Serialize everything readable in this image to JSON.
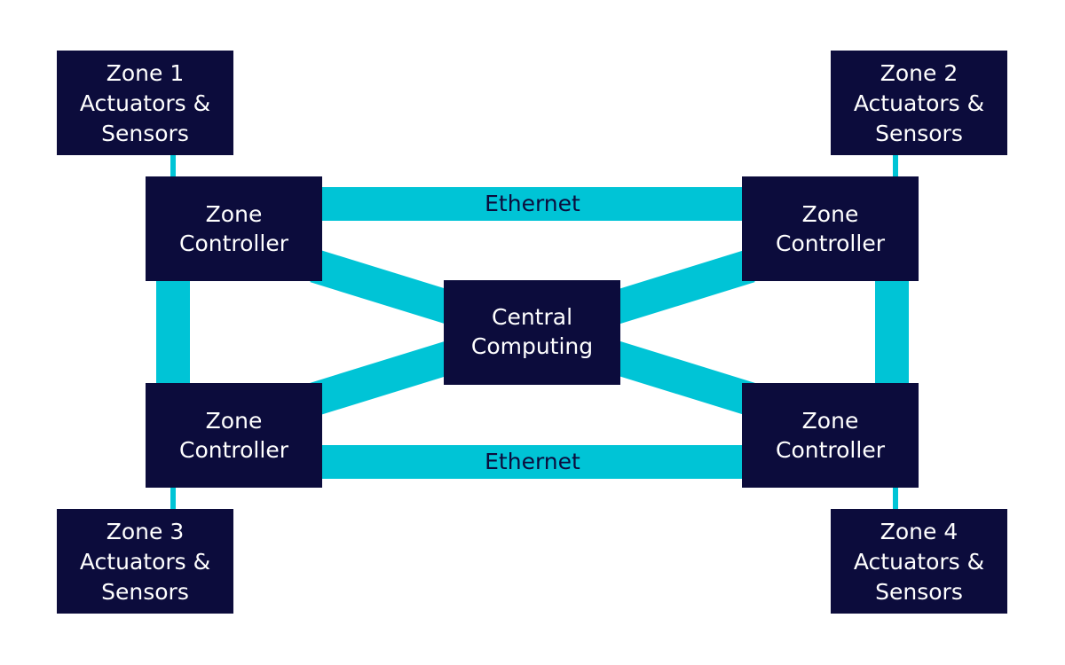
{
  "colors": {
    "background": "#ffffff",
    "box_fill": "#0c0c3c",
    "box_text": "#ffffff",
    "link": "#00c4d6",
    "link_text": "#0c0c3c"
  },
  "nodes": {
    "zone1_sensors": {
      "lines": [
        "Zone 1",
        "Actuators &",
        "Sensors"
      ]
    },
    "zone2_sensors": {
      "lines": [
        "Zone 2",
        "Actuators &",
        "Sensors"
      ]
    },
    "zone3_sensors": {
      "lines": [
        "Zone 3",
        "Actuators &",
        "Sensors"
      ]
    },
    "zone4_sensors": {
      "lines": [
        "Zone 4",
        "Actuators &",
        "Sensors"
      ]
    },
    "controller_top_left": {
      "lines": [
        "Zone",
        "Controller"
      ]
    },
    "controller_top_right": {
      "lines": [
        "Zone",
        "Controller"
      ]
    },
    "controller_bottom_left": {
      "lines": [
        "Zone",
        "Controller"
      ]
    },
    "controller_bottom_right": {
      "lines": [
        "Zone",
        "Controller"
      ]
    },
    "central": {
      "lines": [
        "Central",
        "Computing"
      ]
    }
  },
  "links": {
    "top_label": "Ethernet",
    "bottom_label": "Ethernet"
  }
}
